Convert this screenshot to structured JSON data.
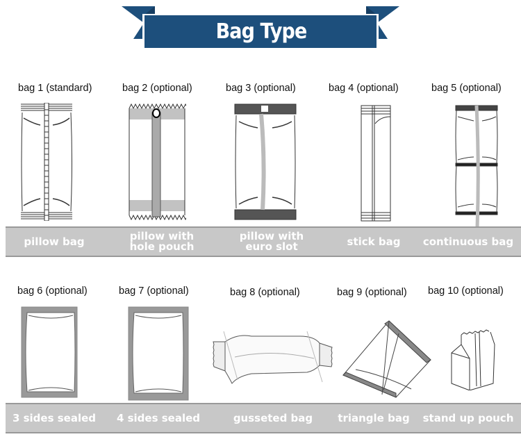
{
  "header": {
    "title": "Bag Type",
    "ribbon_color": "#1d4f7c"
  },
  "row1": {
    "labels": [
      "bag 1 (standard)",
      "bag 2 (optional)",
      "bag 3 (optional)",
      "bag 4  (optional)",
      "bag 5 (optional)"
    ],
    "names": [
      {
        "line1": "pillow bag",
        "line2": ""
      },
      {
        "line1": "pillow with",
        "line2": "hole pouch"
      },
      {
        "line1": "pillow with",
        "line2": "euro slot"
      },
      {
        "line1": "stick bag",
        "line2": ""
      },
      {
        "line1": "continuous bag",
        "line2": ""
      }
    ]
  },
  "row2": {
    "labels": [
      "bag 6 (optional)",
      "bag 7 (optional)",
      "bag 8 (optional)",
      "bag 9 (optional)",
      "bag 10 (optional)"
    ],
    "names": [
      "3 sides sealed",
      "4 sides sealed",
      "gusseted bag",
      "triangle bag",
      "stand up pouch"
    ]
  },
  "colors": {
    "bar_bg": "#c8c8c8",
    "bar_text": "#ffffff"
  }
}
